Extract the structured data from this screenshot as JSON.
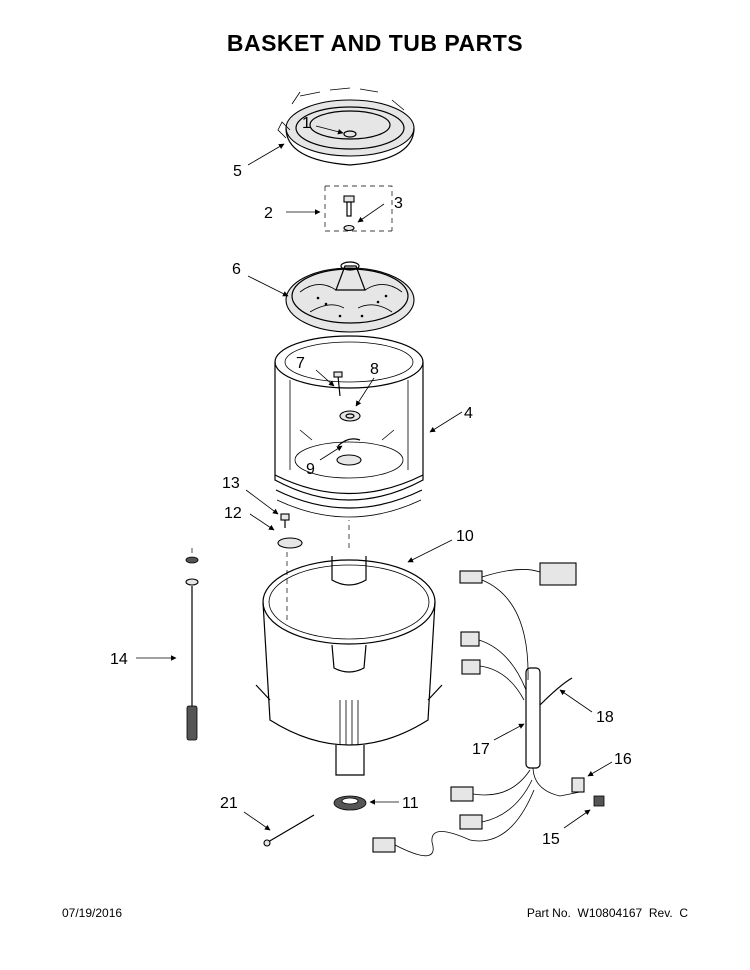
{
  "title": "BASKET AND TUB PARTS",
  "footer": {
    "date": "07/19/2016",
    "part_info": "Part No.  W10804167  Rev.  C"
  },
  "callouts": [
    "1",
    "2",
    "3",
    "4",
    "5",
    "6",
    "7",
    "8",
    "9",
    "10",
    "11",
    "12",
    "13",
    "14",
    "15",
    "16",
    "17",
    "18",
    "21"
  ]
}
